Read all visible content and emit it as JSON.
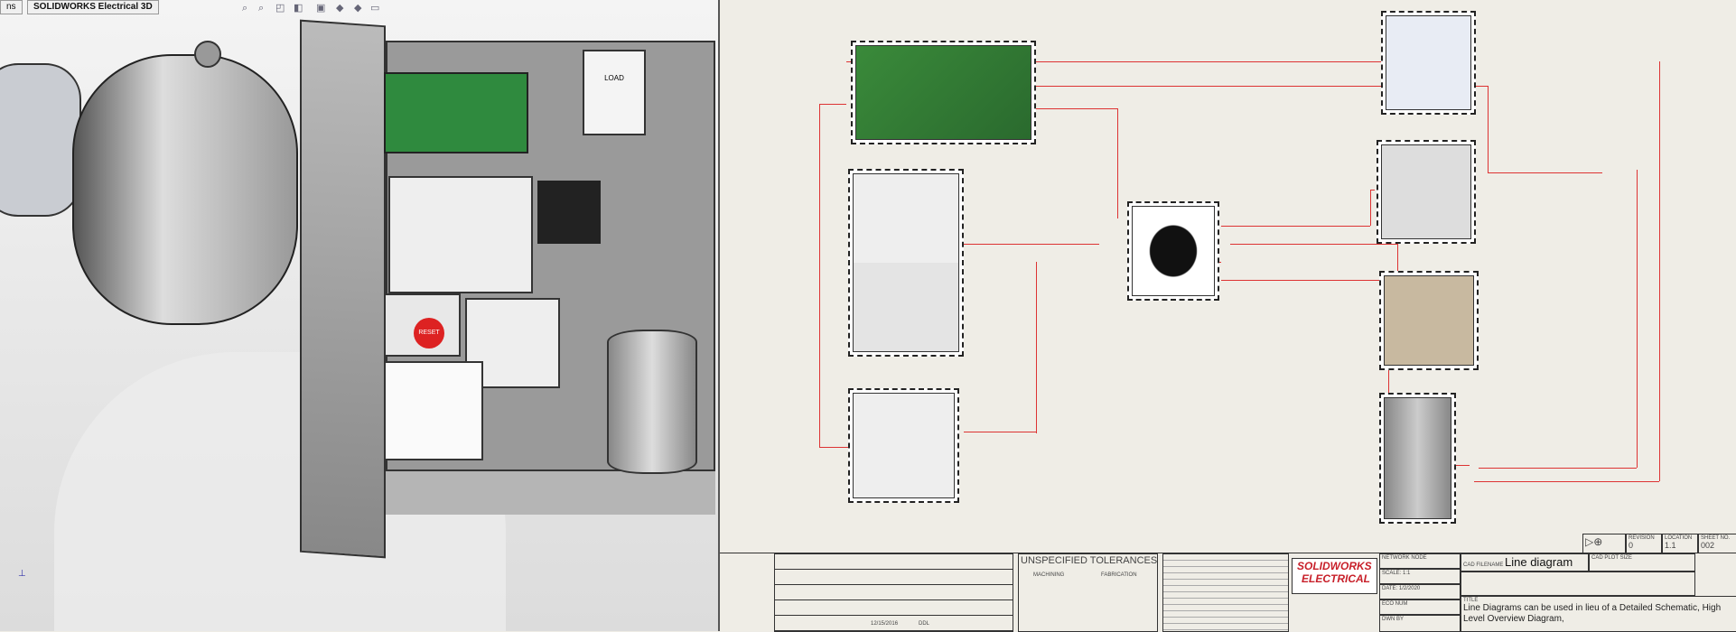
{
  "left_panel": {
    "partial_tab": "ns",
    "tab_title": "SOLIDWORKS Electrical 3D",
    "reset_button_label": "RESET",
    "load_label": "LOAD"
  },
  "title_block": {
    "tolerances_title": "UNSPECIFIED TOLERANCES",
    "machining": "MACHINING",
    "fabrication": "FABRICATION",
    "date_cell": "12/15/2016",
    "rev_cell": "DDL",
    "cad_filename_label": "CAD FILENAME",
    "cad_filename": "Line diagram",
    "title_label": "TITLE",
    "title_text": "Line Diagrams can be used in lieu of a Detailed Schematic, High Level Overview Diagram,",
    "scale_label": "SCALE:",
    "scale": "1:1",
    "date_label": "DATE:",
    "date": "1/2/2020",
    "revision_label": "REVISION",
    "revision": "0",
    "location_label": "LOCATION",
    "location": "1.1",
    "sheet_label": "SHEET NO.",
    "sheet": "002",
    "logo_line1": "SOLIDWORKS",
    "logo_line2": "ELECTRICAL"
  },
  "colors": {
    "wire": "#d33333",
    "logo": "#c8202a"
  }
}
